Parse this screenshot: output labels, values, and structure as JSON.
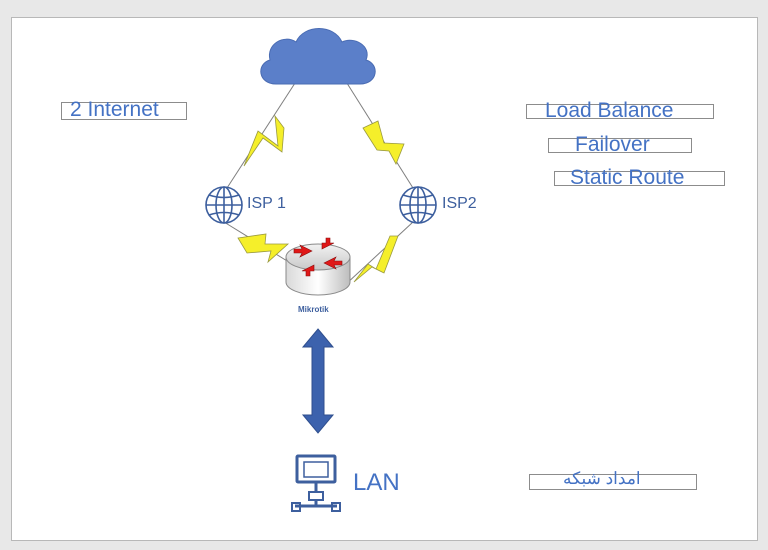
{
  "labels": {
    "internet": "2 Internet",
    "load_balance": "Load Balance",
    "failover": "Failover",
    "static_route": "Static Route",
    "isp1": "ISP 1",
    "isp2": "ISP2",
    "router": "Mikrotik",
    "lan": "LAN",
    "persian": "امداد شبکه"
  },
  "colors": {
    "cloud": "#5b7fc9",
    "lightning_fill": "#f5ef2a",
    "lightning_stroke": "#9a9a40",
    "arrow": "#3c62ad",
    "globe": "#3d5f9e",
    "router_arrows": "#e01818",
    "text": "#4472c4"
  },
  "icons": [
    "cloud-icon",
    "globe-icon",
    "router-icon",
    "computer-icon",
    "lightning-bolt",
    "double-arrow"
  ]
}
